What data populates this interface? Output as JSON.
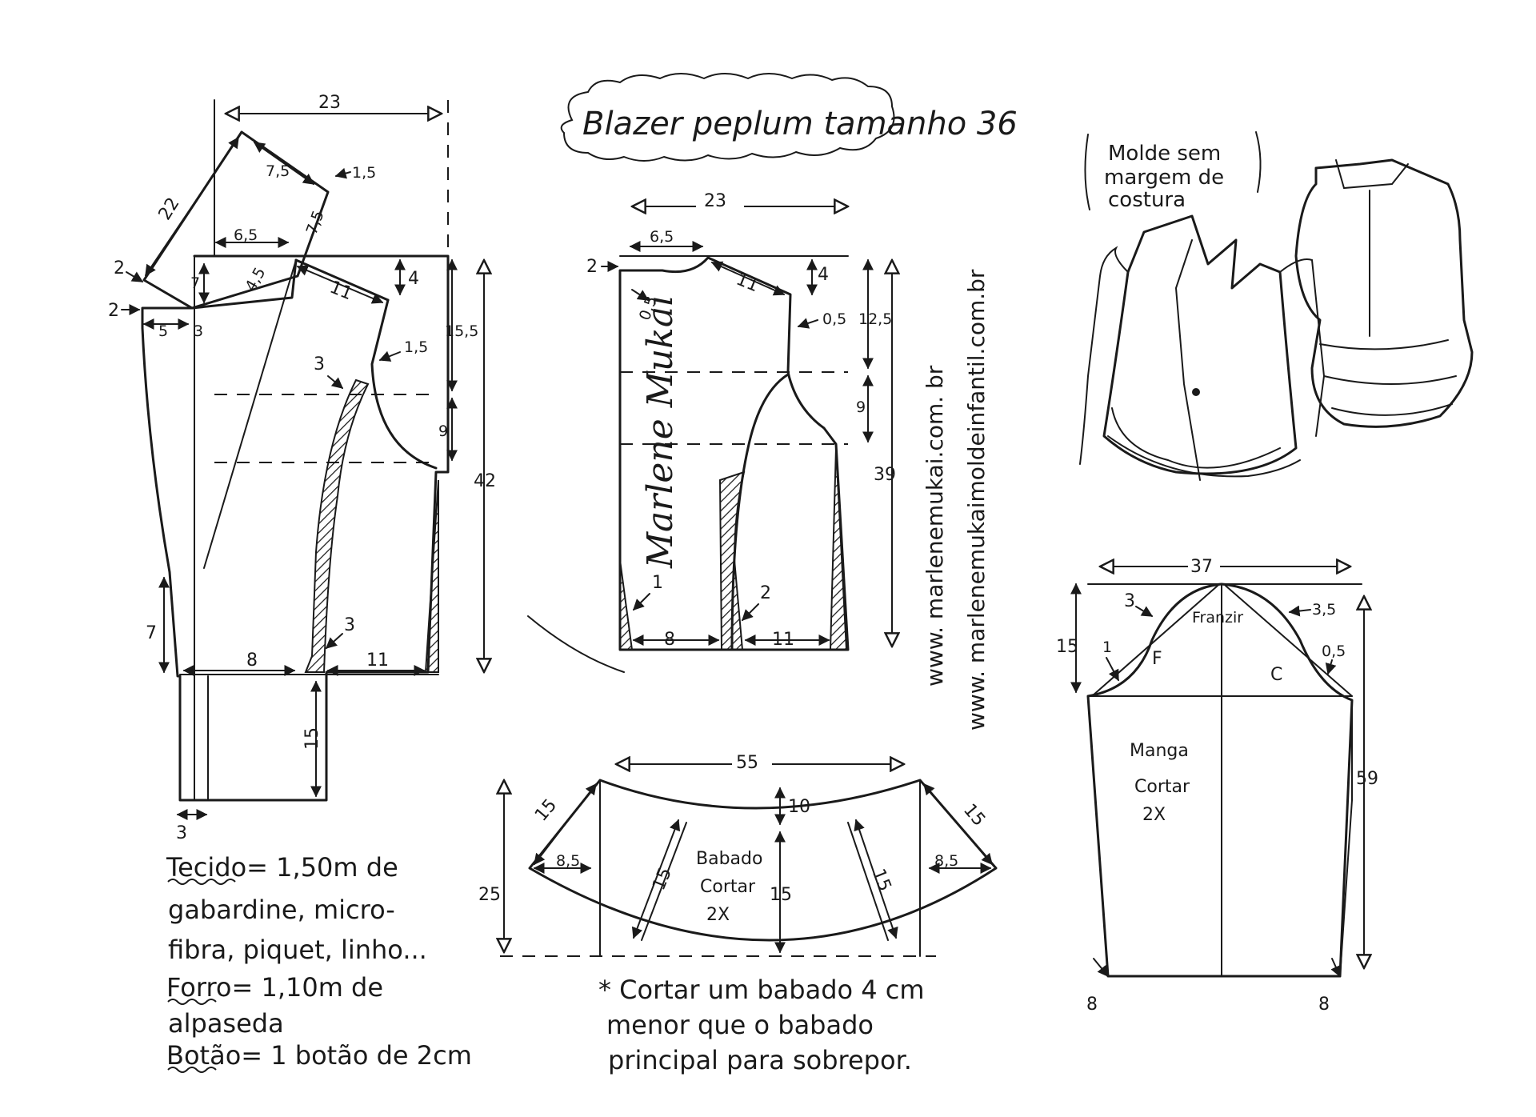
{
  "title": "Blazer peplum tamanho 36",
  "corner_note": [
    "Molde sem",
    "margem de",
    "costura"
  ],
  "websites": [
    "www. marlenemukai.com. br",
    "www. marlenemukaimoldeinfantil.com.br"
  ],
  "signature": "Marlene Mukai",
  "front": {
    "top_width": "23",
    "collar_len": "22",
    "collar_top": "7,5",
    "collar_1_5": "1,5",
    "collar_side": "7,5",
    "neck_width": "6,5",
    "shoulder": "11",
    "shoulder_drop": "4",
    "neck_drop": "7",
    "lapel_4_5": "4,5",
    "left_2_top": "2",
    "left_2_mid": "2",
    "lapel_5": "5",
    "lapel_3": "3",
    "armhole_3": "3",
    "armhole_1_5": "1,5",
    "height_15_5": "15,5",
    "armhole_9": "9",
    "total_42": "42",
    "hem_7": "7",
    "waist_8": "8",
    "dart_3": "3",
    "waist_11": "11",
    "ext_15": "15",
    "facing_3": "3"
  },
  "back": {
    "top_width": "23",
    "neck_width": "6,5",
    "left_2": "2",
    "shoulder": "11",
    "shoulder_drop": "4",
    "neck_0_5": "0,5",
    "arm_0_5": "0,5",
    "height_12_5": "12,5",
    "armhole_9": "9",
    "total_39": "39",
    "dart_1": "1",
    "dart_2": "2",
    "waist_8": "8",
    "waist_11": "11"
  },
  "ruffle": {
    "top_width": "55",
    "drop_10": "10",
    "side_15_left": "15",
    "side_15_right": "15",
    "inset_8_5_left": "8,5",
    "inset_8_5_right": "8,5",
    "height_25": "25",
    "slash_15_left": "15",
    "slash_15_right": "15",
    "center_15": "15",
    "label": [
      "Babado",
      "Cortar",
      "2X"
    ]
  },
  "sleeve": {
    "top_width": "37",
    "cap_3": "3",
    "cap_3_5": "3,5",
    "gather": "Franzir",
    "cap_15": "15",
    "cap_1": "1",
    "cap_0_5": "0,5",
    "front_mark": "F",
    "back_mark": "C",
    "length_59": "59",
    "hem_8_left": "8",
    "hem_8_right": "8",
    "label": [
      "Manga",
      "Cortar",
      "2X"
    ]
  },
  "materials": [
    {
      "key": "Tecido",
      "text": "= 1,50m  de"
    },
    {
      "key": "",
      "text": "gabardine, micro-"
    },
    {
      "key": "",
      "text": "fibra, piquet, linho..."
    },
    {
      "key": "Forro",
      "text": "= 1,10m  de"
    },
    {
      "key": "",
      "text": "alpaseda"
    },
    {
      "key": "Botão",
      "text": "= 1 botão de 2cm"
    }
  ],
  "ruffle_note": [
    "* Cortar um babado 4 cm",
    "menor que  o babado",
    "principal para sobrepor."
  ]
}
